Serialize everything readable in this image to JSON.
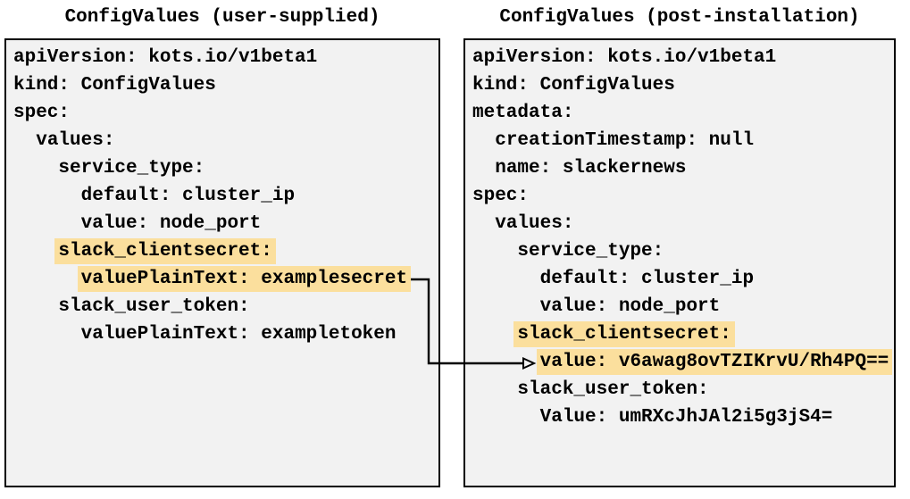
{
  "colors": {
    "highlight": "#fbdf9d",
    "panel_background": "#f2f2f2",
    "panel_border": "#000000",
    "arrow": "#000000",
    "text": "#000000"
  },
  "left_panel": {
    "title": "ConfigValues (user-supplied)",
    "lines": [
      {
        "indent": "",
        "content": "apiVersion: kots.io/v1beta1",
        "highlight": false
      },
      {
        "indent": "",
        "content": "kind: ConfigValues",
        "highlight": false
      },
      {
        "indent": "",
        "content": "spec:",
        "highlight": false
      },
      {
        "indent": "  ",
        "content": "values:",
        "highlight": false
      },
      {
        "indent": "    ",
        "content": "service_type:",
        "highlight": false
      },
      {
        "indent": "      ",
        "content": "default: cluster_ip",
        "highlight": false
      },
      {
        "indent": "      ",
        "content": "value: node_port",
        "highlight": false
      },
      {
        "indent": "    ",
        "content": "slack_clientsecret:",
        "highlight": true
      },
      {
        "indent": "      ",
        "content": "valuePlainText: examplesecret",
        "highlight": true
      },
      {
        "indent": "    ",
        "content": "slack_user_token:",
        "highlight": false
      },
      {
        "indent": "      ",
        "content": "valuePlainText: exampletoken",
        "highlight": false
      }
    ]
  },
  "right_panel": {
    "title": "ConfigValues (post-installation)",
    "lines": [
      {
        "indent": "",
        "content": "apiVersion: kots.io/v1beta1",
        "highlight": false
      },
      {
        "indent": "",
        "content": "kind: ConfigValues",
        "highlight": false
      },
      {
        "indent": "",
        "content": "metadata:",
        "highlight": false
      },
      {
        "indent": "  ",
        "content": "creationTimestamp: null",
        "highlight": false
      },
      {
        "indent": "  ",
        "content": "name: slackernews",
        "highlight": false
      },
      {
        "indent": "",
        "content": "spec:",
        "highlight": false
      },
      {
        "indent": "  ",
        "content": "values:",
        "highlight": false
      },
      {
        "indent": "    ",
        "content": "service_type:",
        "highlight": false
      },
      {
        "indent": "      ",
        "content": "default: cluster_ip",
        "highlight": false
      },
      {
        "indent": "      ",
        "content": "value: node_port",
        "highlight": false
      },
      {
        "indent": "    ",
        "content": "slack_clientsecret:",
        "highlight": true
      },
      {
        "indent": "      ",
        "content": "value: v6awag8ovTZIKrvU/Rh4PQ==",
        "highlight": true
      },
      {
        "indent": "    ",
        "content": "slack_user_token:",
        "highlight": false
      },
      {
        "indent": "      ",
        "content": "Value: umRXcJhJAl2i5g3jS4=",
        "highlight": false
      }
    ]
  },
  "arrow": {
    "from": "valuePlainText: examplesecret",
    "to": "value: v6awag8ovTZIKrvU/Rh4PQ=="
  }
}
